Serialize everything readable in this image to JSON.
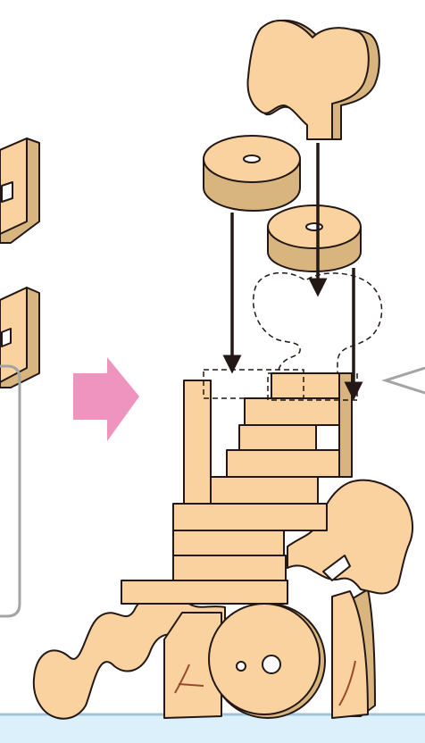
{
  "colors": {
    "wood_light": "#f9d29f",
    "wood_side": "#d8b47e",
    "outline": "#231815",
    "grain": "#9a4a2a",
    "arrow_pink": "#ef93bf",
    "panel_border": "#a4a4a4",
    "floor_blue": "#dbf0fb",
    "floor_line": "#9fc3d8"
  },
  "parts": {
    "head_piece": "head-shaped-block",
    "disc_left": "disc-block",
    "disc_right": "disc-block",
    "round_wheel": "wheel-block",
    "squiggle": "wavy-block"
  }
}
